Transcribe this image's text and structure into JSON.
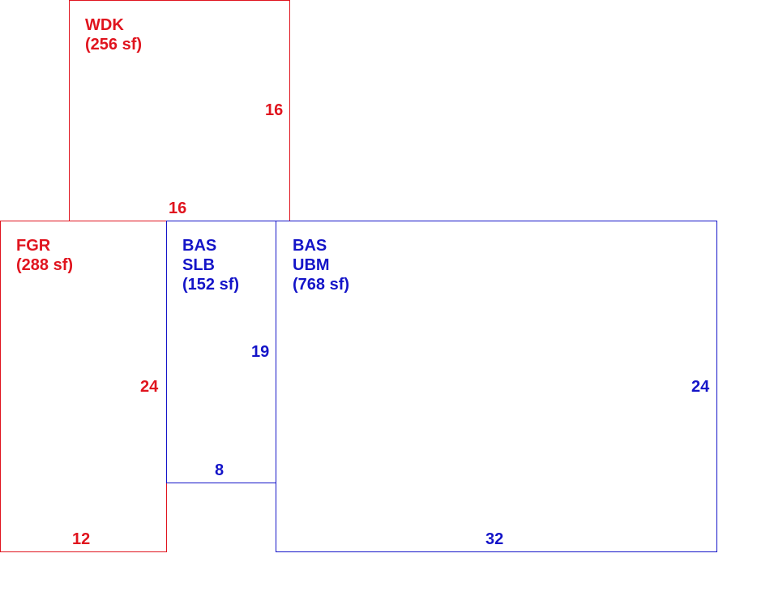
{
  "areas": [
    {
      "id": "wdk",
      "code": "WDK",
      "area": "(256 sf)",
      "dim_side": "16",
      "dim_bottom": "16",
      "color": "#e0141e"
    },
    {
      "id": "fgr",
      "code": "FGR",
      "area": "(288 sf)",
      "dim_side": "24",
      "dim_bottom": "12",
      "color": "#e0141e"
    },
    {
      "id": "bas-slb",
      "code": "BAS",
      "subcode": "SLB",
      "area": "(152 sf)",
      "dim_side": "19",
      "dim_bottom": "8",
      "color": "#1414c8"
    },
    {
      "id": "bas-ubm",
      "code": "BAS",
      "subcode": "UBM",
      "area": "(768 sf)",
      "dim_side": "24",
      "dim_bottom": "32",
      "color": "#1414c8"
    }
  ]
}
